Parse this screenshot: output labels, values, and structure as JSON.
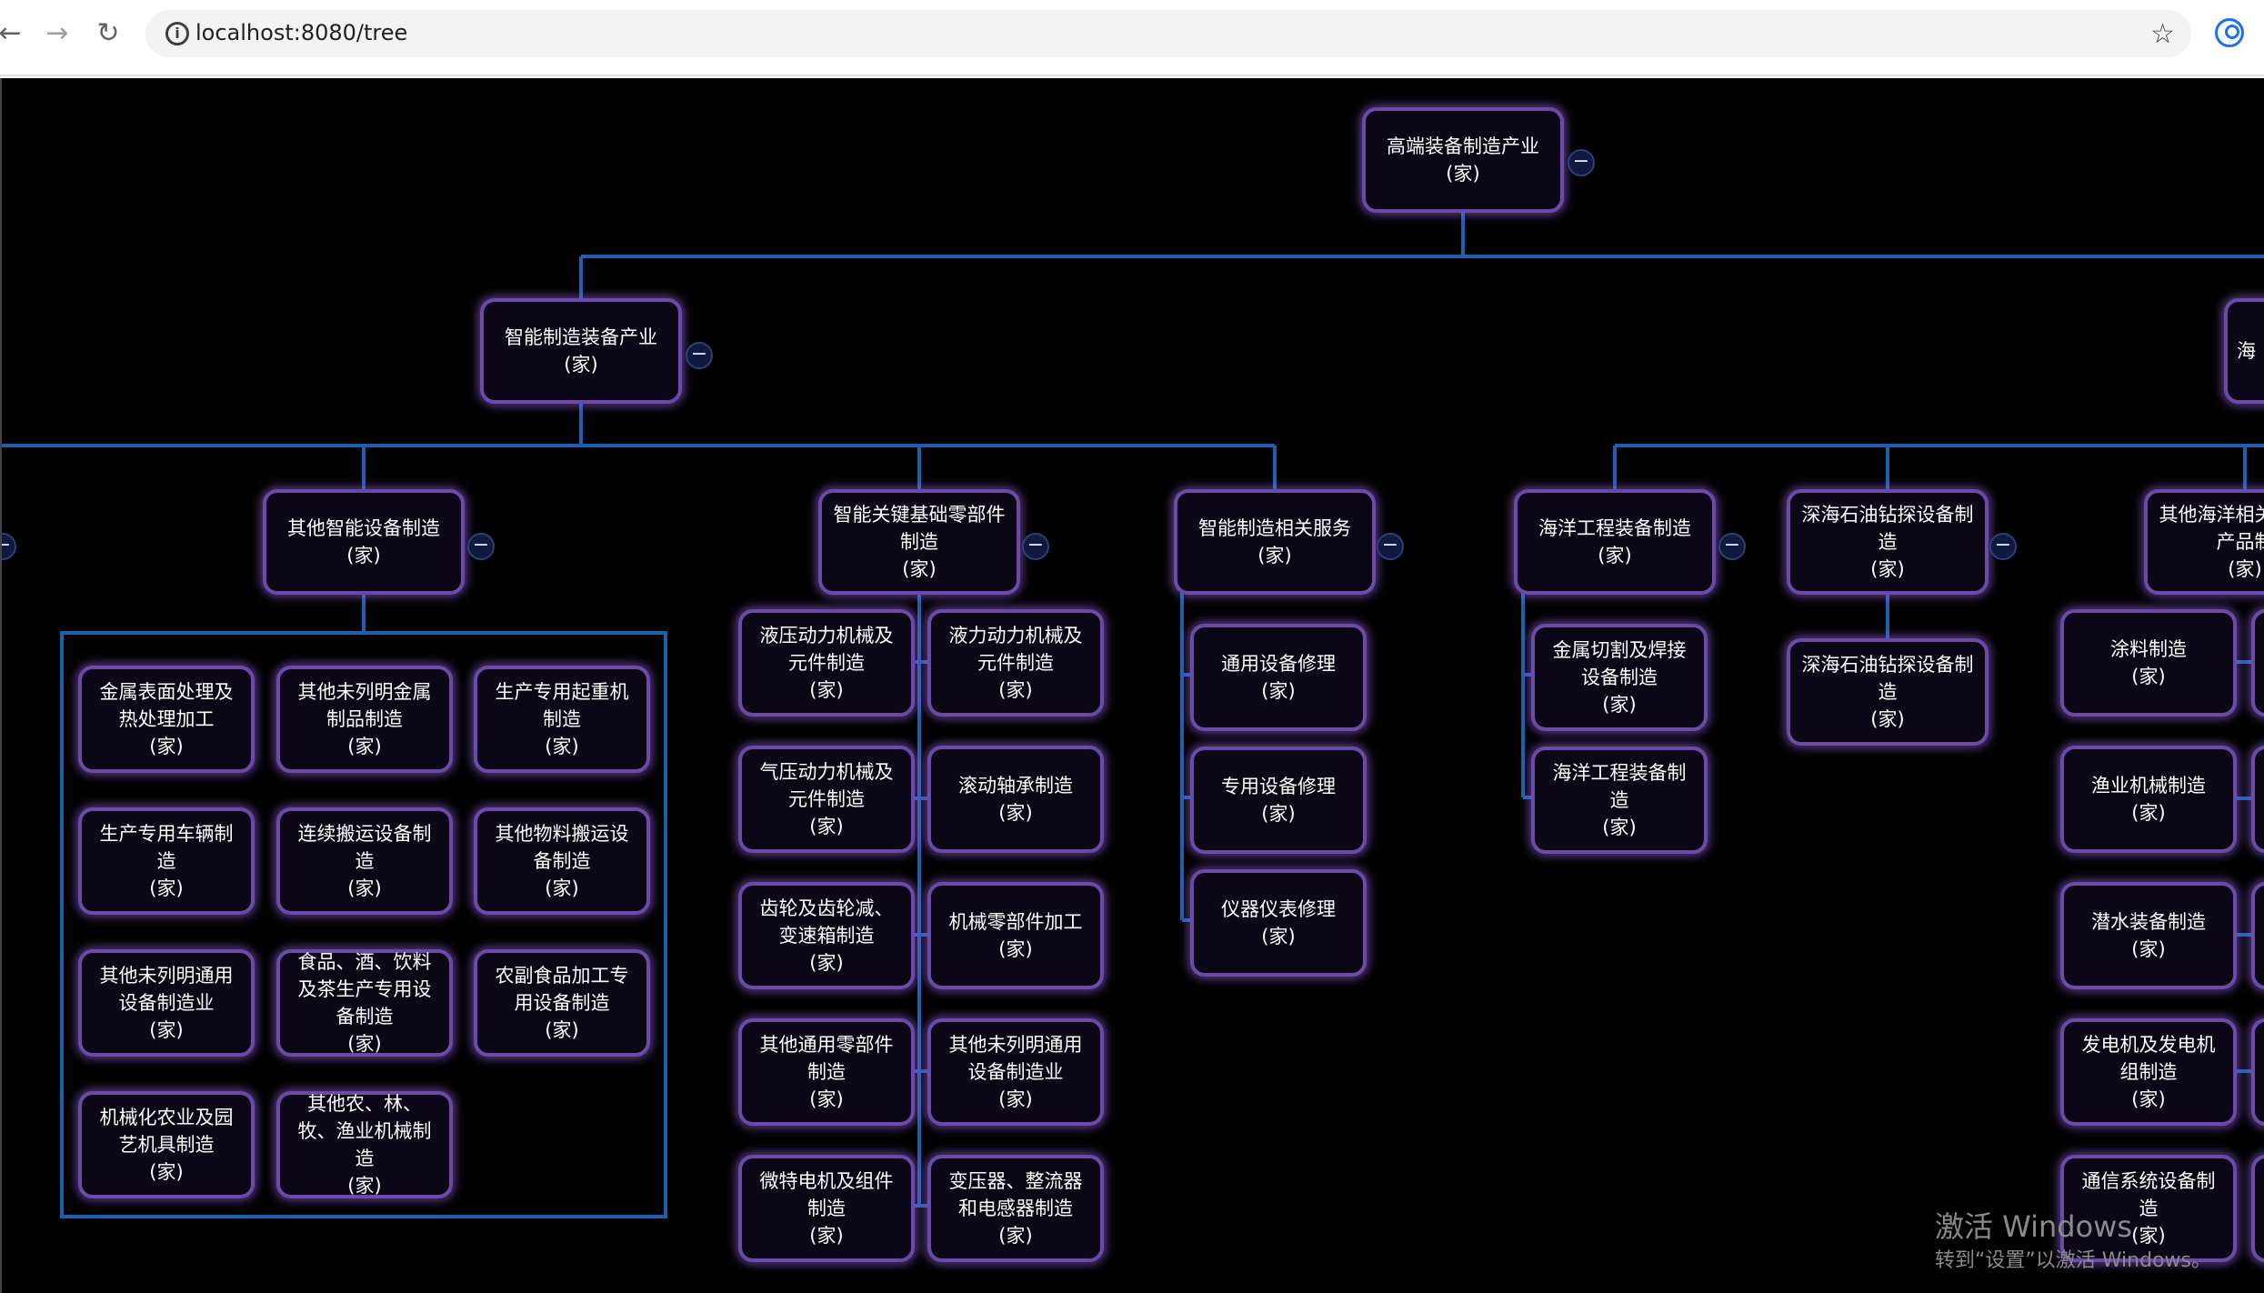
{
  "browser": {
    "url": "localhost:8080/tree",
    "back_icon": "back-arrow-icon",
    "forward_icon": "forward-arrow-icon",
    "reload_icon": "reload-icon"
  },
  "unit": "(家)",
  "nodes": {
    "root": "高端装备制造产业",
    "smart": "智能制造装备产业",
    "ocean_partial": "海",
    "c1": "其他智能设备制造",
    "c2": "智能关键基础零部件制造",
    "c3": "智能制造相关服务",
    "c4": "海洋工程装备制造",
    "c5": "深海石油钻探设备制造",
    "c6": "其他海洋相关设备与产品制",
    "g1": [
      "金属表面处理及热处理加工",
      "其他未列明金属制品制造",
      "生产专用起重机制造",
      "生产专用车辆制造",
      "连续搬运设备制造",
      "其他物料搬运设备制造",
      "其他未列明通用设备制造业",
      "食品、酒、饮料及茶生产专用设备制造",
      "农副食品加工专用设备制造",
      "机械化农业及园艺机具制造",
      "其他农、林、牧、渔业机械制造"
    ],
    "g2": [
      "液压动力机械及元件制造",
      "液力动力机械及元件制造",
      "气压动力机械及元件制造",
      "滚动轴承制造",
      "齿轮及齿轮减、变速箱制造",
      "机械零部件加工",
      "其他通用零部件制造",
      "其他未列明通用设备制造业",
      "微特电机及组件制造",
      "变压器、整流器和电感器制造"
    ],
    "g3": [
      "通用设备修理",
      "专用设备修理",
      "仪器仪表修理"
    ],
    "g4": [
      "金属切割及焊接设备制造",
      "海洋工程装备制造"
    ],
    "g5": [
      "深海石油钻探设备制造"
    ],
    "g6": [
      "涂料制造",
      "渔业机械制造",
      "潜水装备制造",
      "发电机及发电机组制造",
      "通信系统设备制造"
    ]
  },
  "collapse_symbol": "−",
  "watermark": {
    "line1": "激活 Windows",
    "line2": "转到“设置”以激活 Windows。"
  }
}
